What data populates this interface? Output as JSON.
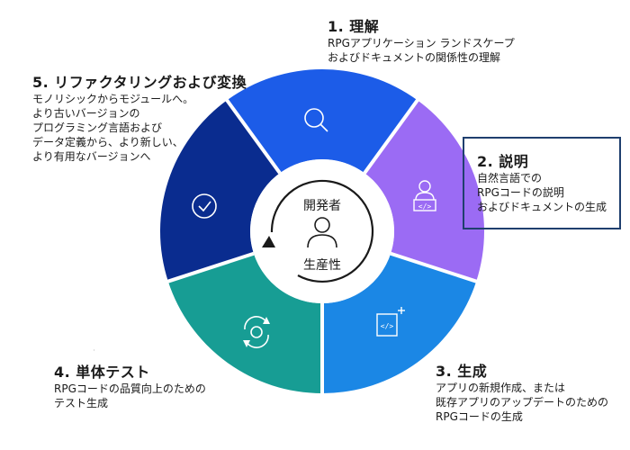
{
  "steps": [
    {
      "title": "1. 理解",
      "lines": [
        "RPGアプリケーション ランドスケープ",
        "およびドキュメントの関係性の理解"
      ]
    },
    {
      "title": "2. 説明",
      "lines": [
        "自然言語での",
        "RPGコードの説明",
        "およびドキュメントの生成"
      ]
    },
    {
      "title": "3. 生成",
      "lines": [
        "アプリの新規作成、または",
        "既存アプリのアップデートのための",
        "RPGコードの生成"
      ]
    },
    {
      "title": "4. 単体テスト",
      "lines": [
        "RPGコードの品質向上のための",
        "テスト生成"
      ]
    },
    {
      "title": "5. リファクタリングおよび変換",
      "lines": [
        "モノリシックからモジュールへ。",
        "より古いバージョンの",
        "プログラミング言語および",
        "データ定義から、より新しい、",
        "より有用なバージョンへ"
      ]
    }
  ],
  "center": {
    "top_label": "開発者",
    "bottom_label": "生産性"
  },
  "segments": [
    {
      "name": "understand",
      "color": "#1c5ce8",
      "icon": "magnifier-icon"
    },
    {
      "name": "explain",
      "color": "#9b6bf4",
      "icon": "person-code-icon"
    },
    {
      "name": "generate",
      "color": "#1b87e5",
      "icon": "code-file-icon"
    },
    {
      "name": "unit-test",
      "color": "#179d94",
      "icon": "cycle-icon"
    },
    {
      "name": "refactor",
      "color": "#0a2c8f",
      "icon": "check-circle-icon"
    }
  ],
  "colors": {
    "highlight_border": "#1f3f6e",
    "separator": "#ffffff",
    "center_ring": "#ffffff",
    "arrow": "#1a1a1a"
  }
}
